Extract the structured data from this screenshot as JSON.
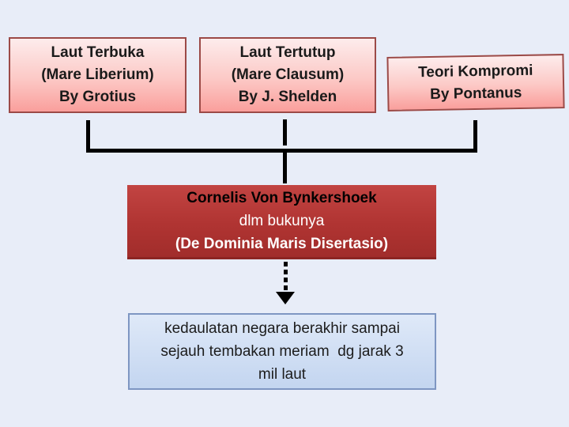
{
  "diagram": {
    "box_laut_terbuka": {
      "lines": [
        "Laut Terbuka",
        "(Mare Liberium)",
        "By Grotius"
      ]
    },
    "box_laut_tertutup": {
      "lines": [
        "Laut Tertutup",
        "(Mare Clausum)",
        "By J. Shelden"
      ]
    },
    "box_teori_kompromi": {
      "lines": [
        "Teori Kompromi",
        "By Pontanus"
      ]
    },
    "box_bynkershoek": {
      "lines": [
        "Cornelis Von Bynkershoek",
        "dlm bukunya",
        "(De Dominia Maris Disertasio)"
      ],
      "line_text_colors": [
        "#000000",
        "#ffffff",
        "#ffffff"
      ],
      "line_weights": [
        "bold",
        "normal",
        "bold"
      ]
    },
    "box_kedaulatan": {
      "lines": [
        "kedaulatan negara berakhir sampai",
        "sejauh tembakan meriam  dg jarak 3",
        "mil laut"
      ]
    },
    "colors": {
      "background": "#e8edf8",
      "pink_box_top": "#fdecec",
      "pink_box_bottom": "#fa9f9c",
      "pink_box_border": "#9c4a47",
      "red_box_top": "#c24442",
      "red_box_bottom": "#a12d2b",
      "red_box_edge": "#8c2523",
      "blue_box_top": "#dfe9f8",
      "blue_box_bottom": "#c3d5f0",
      "blue_box_border": "#7e96c2",
      "connector": "#000000"
    }
  }
}
